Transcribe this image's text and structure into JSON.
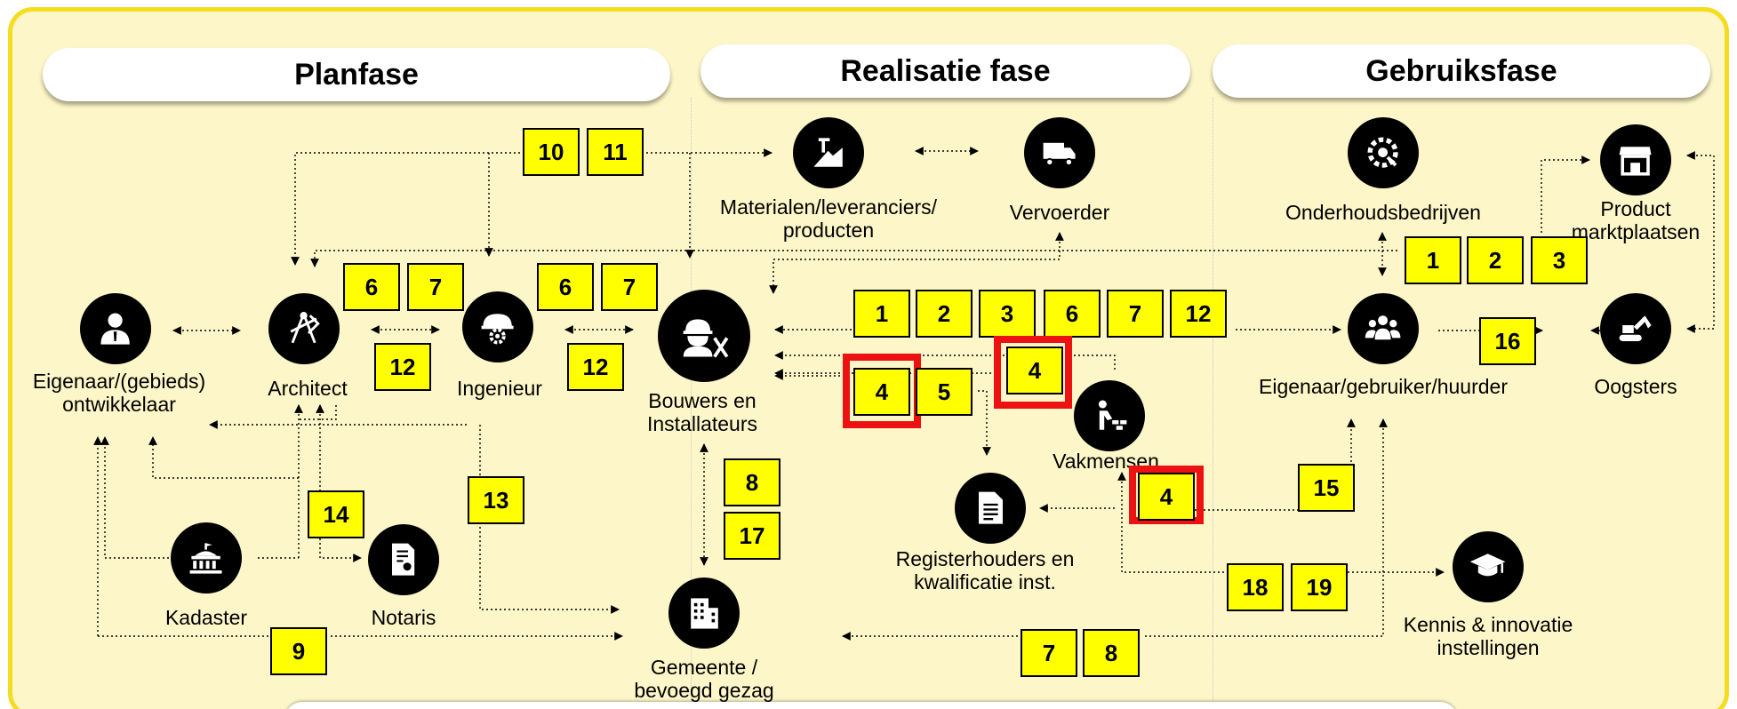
{
  "phases": {
    "plan": "Planfase",
    "realisatie": "Realisatie fase",
    "gebruik": "Gebruiksfase"
  },
  "actors": {
    "eigenaar_ontwikkelaar": "Eigenaar/(gebieds)\nontwikkelaar",
    "architect": "Architect",
    "ingenieur": "Ingenieur",
    "bouwers": "Bouwers en\nInstallateurs",
    "materialen": "Materialen/leveranciers/\nproducten",
    "vervoerder": "Vervoerder",
    "onderhoud": "Onderhoudsbedrijven",
    "marktplaatsen": "Product\nmarktplaatsen",
    "eigenaar_gebruiker": "Eigenaar/gebruiker/huurder",
    "oogsters": "Oogsters",
    "vakmensen": "Vakmensen",
    "registerhouders": "Registerhouders en\nkwalificatie inst.",
    "kadaster": "Kadaster",
    "notaris": "Notaris",
    "gemeente": "Gemeente /\nbevoegd gezag",
    "kennis": "Kennis & innovatie\ninstellingen"
  },
  "icons": {
    "eigenaar_ontwikkelaar": "person-icon",
    "architect": "drafting-compass-icon",
    "ingenieur": "hardhat-gear-icon",
    "bouwers": "builder-tools-icon",
    "materialen": "mining-hammer-icon",
    "vervoerder": "truck-icon",
    "onderhoud": "gear-wrench-icon",
    "marktplaatsen": "storefront-icon",
    "eigenaar_gebruiker": "group-icon",
    "oogsters": "excavator-icon",
    "vakmensen": "bricklayer-icon",
    "registerhouders": "document-icon",
    "kadaster": "government-building-icon",
    "notaris": "certificate-icon",
    "gemeente": "office-building-icon",
    "kennis": "graduation-cap-icon"
  },
  "numbers": {
    "n10": "10",
    "n11": "11",
    "a6": "6",
    "a7": "7",
    "a12": "12",
    "i6": "6",
    "i7": "7",
    "i12": "12",
    "r1": "1",
    "r2": "2",
    "r3": "3",
    "r6": "6",
    "r7": "7",
    "r12": "12",
    "b4": "4",
    "b5": "5",
    "v4": "4",
    "g4": "4",
    "n8": "8",
    "n17": "17",
    "n14": "14",
    "n13": "13",
    "n9": "9",
    "u1": "1",
    "u2": "2",
    "u3": "3",
    "n16": "16",
    "n15": "15",
    "n18": "18",
    "n19": "19",
    "k7": "7",
    "k8": "8"
  },
  "colors": {
    "background": "#fdf6c8",
    "frame": "#f5dc1f",
    "number_box": "#ffff00",
    "highlight": "#ee1111",
    "icon": "#000000"
  }
}
